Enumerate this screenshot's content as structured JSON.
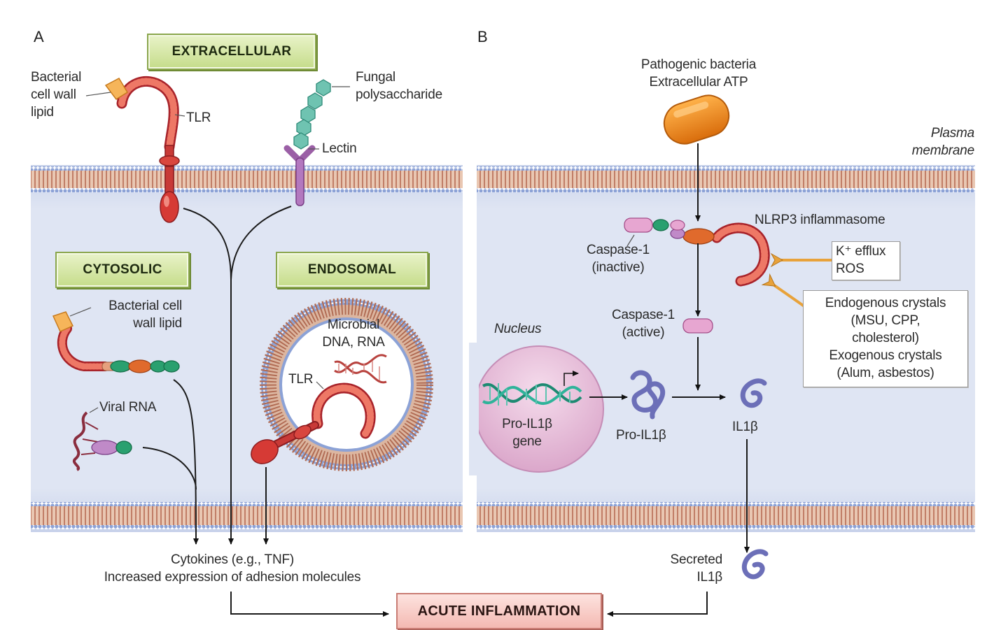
{
  "panels": {
    "a": {
      "letter": "A",
      "compartments": {
        "extracellular": "EXTRACELLULAR",
        "cytosolic": "CYTOSOLIC",
        "endosomal": "ENDOSOMAL"
      },
      "labels": {
        "bacterial_lipid": "Bacterial\ncell wall\nlipid",
        "tlr_top": "TLR",
        "fungal": "Fungal\npolysaccharide",
        "lectin": "Lectin",
        "bacterial_cell_wall_lipid": "Bacterial cell\nwall lipid",
        "viral_rna": "Viral RNA",
        "microbial": "Microbial\nDNA, RNA",
        "tlr_endo": "TLR",
        "cytokines": "Cytokines (e.g., TNF)\nIncreased expression of adhesion molecules"
      }
    },
    "b": {
      "letter": "B",
      "labels": {
        "pathogenic": "Pathogenic bacteria\nExtracellular ATP",
        "plasma_membrane": "Plasma\nmembrane",
        "nlrp3": "NLRP3 inflammasome",
        "caspase_inactive": "Caspase-1\n(inactive)",
        "k_efflux": "K⁺ efflux\nROS",
        "caspase_active": "Caspase-1\n(active)",
        "crystals": "Endogenous crystals\n(MSU, CPP,\ncholesterol)\nExogenous crystals\n(Alum, asbestos)",
        "nucleus": "Nucleus",
        "pro_gene": "Pro-IL1β\ngene",
        "pro_il1b": "Pro-IL1β",
        "il1b": "IL1β",
        "secreted": "Secreted\nIL1β"
      }
    }
  },
  "outcome": "ACUTE INFLAMMATION",
  "colors": {
    "cytoplasm": "#dde3f2",
    "membrane_head": "#8fa6d8",
    "membrane_tail": "#c98b73",
    "receptor": "#e05a4e",
    "receptor_dark": "#a8232a",
    "green_box": "#c5dc8a",
    "pink_box": "#f4b9b2",
    "orange": "#f08a1c",
    "nucleus": "#e8bddb",
    "dna": "#2f9e8c",
    "il1b": "#7b7fc4"
  }
}
